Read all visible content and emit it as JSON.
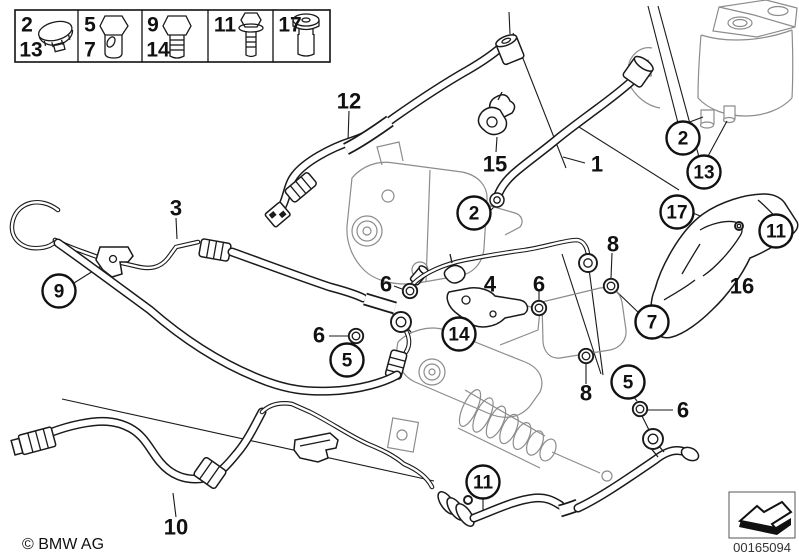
{
  "legend": {
    "cells": [
      {
        "icon": "hose-clamp-icon",
        "numbers": [
          "2",
          "13"
        ]
      },
      {
        "icon": "banjo-bolt-icon",
        "numbers": [
          "5",
          "7"
        ]
      },
      {
        "icon": "hex-bolt-icon",
        "numbers": [
          "9",
          "14"
        ]
      },
      {
        "icon": "flange-bolt-icon",
        "numbers": [
          "11"
        ]
      },
      {
        "icon": "rivet-screw-icon",
        "numbers": [
          "17"
        ]
      }
    ]
  },
  "callouts": {
    "circled": [
      {
        "label": "2"
      },
      {
        "label": "2"
      },
      {
        "label": "13"
      },
      {
        "label": "17"
      },
      {
        "label": "11"
      },
      {
        "label": "9"
      },
      {
        "label": "7"
      },
      {
        "label": "14"
      },
      {
        "label": "5"
      },
      {
        "label": "5"
      },
      {
        "label": "11"
      }
    ],
    "plain": [
      {
        "label": "12"
      },
      {
        "label": "15"
      },
      {
        "label": "1"
      },
      {
        "label": "3"
      },
      {
        "label": "4"
      },
      {
        "label": "6"
      },
      {
        "label": "6"
      },
      {
        "label": "6"
      },
      {
        "label": "6"
      },
      {
        "label": "8"
      },
      {
        "label": "8"
      },
      {
        "label": "16"
      },
      {
        "label": "10"
      }
    ]
  },
  "footer": {
    "copyright": "© BMW AG",
    "image_number": "00165094"
  },
  "colors": {
    "line": "#1a1a1a",
    "secondary": "#8c8c8c",
    "background": "#ffffff"
  }
}
